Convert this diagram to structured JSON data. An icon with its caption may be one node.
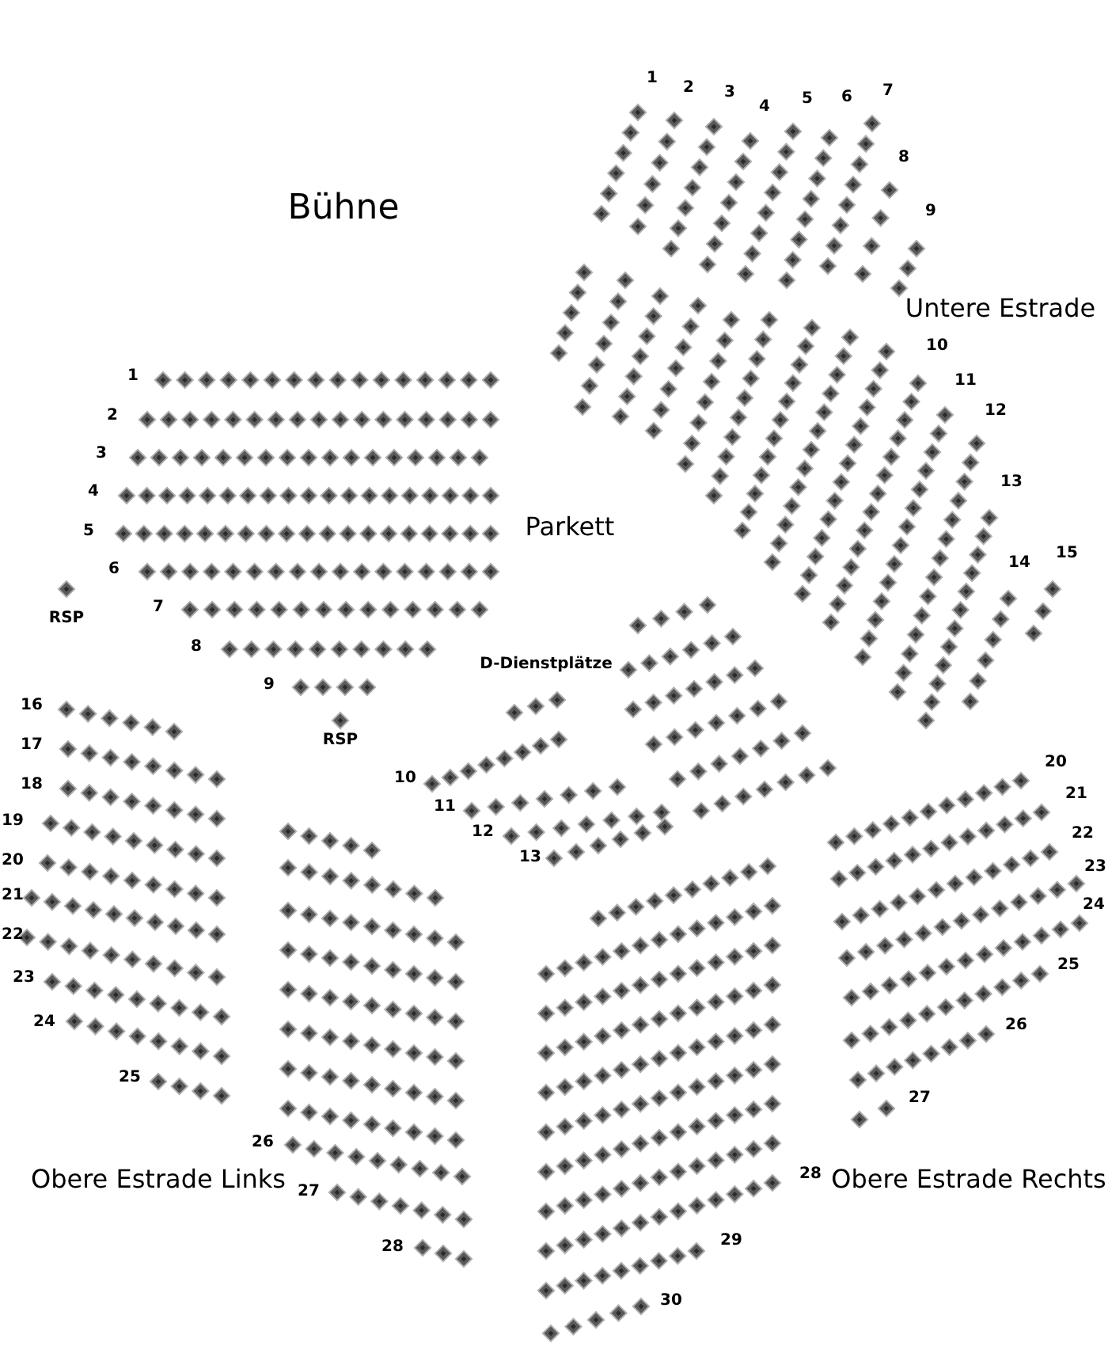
{
  "diagram": {
    "labels": [
      "Bühne",
      "1",
      "2",
      "3",
      "4",
      "5",
      "6",
      "7",
      "8",
      "9",
      "Untere Estrade",
      "10",
      "11",
      "12",
      "13",
      "14",
      "15",
      "1",
      "2",
      "3",
      "4",
      "5",
      "6",
      "7",
      "8",
      "9",
      "Parkett",
      "RSP",
      "D-Dienstplätze",
      "RSP",
      "10",
      "11",
      "12",
      "13",
      "16",
      "17",
      "18",
      "19",
      "20",
      "21",
      "22",
      "23",
      "24",
      "25",
      "20",
      "21",
      "22",
      "23",
      "24",
      "25",
      "26",
      "26",
      "Obere Estrade Links",
      "27",
      "28",
      "28",
      "Obere Estrade Rechts",
      "27",
      "29",
      "30"
    ]
  }
}
